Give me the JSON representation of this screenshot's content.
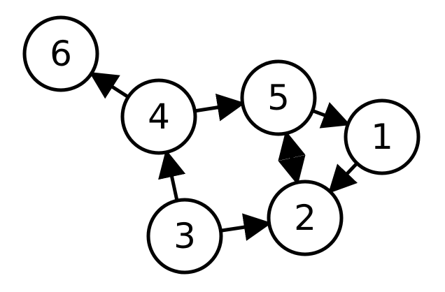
{
  "graph": {
    "nodes": [
      {
        "id": "6",
        "label": "6"
      },
      {
        "id": "4",
        "label": "4"
      },
      {
        "id": "5",
        "label": "5"
      },
      {
        "id": "1",
        "label": "1"
      },
      {
        "id": "2",
        "label": "2"
      },
      {
        "id": "3",
        "label": "3"
      }
    ],
    "edges": [
      {
        "from": "4",
        "to": "6",
        "directed": true
      },
      {
        "from": "4",
        "to": "5",
        "directed": true
      },
      {
        "from": "5",
        "to": "1",
        "directed": true
      },
      {
        "from": "1",
        "to": "2",
        "directed": true
      },
      {
        "from": "5",
        "to": "2",
        "directed": true,
        "bidirectional": true
      },
      {
        "from": "3",
        "to": "4",
        "directed": true
      },
      {
        "from": "3",
        "to": "2",
        "directed": true
      }
    ],
    "colors": {
      "stroke": "#000000",
      "fill": "#ffffff"
    }
  }
}
